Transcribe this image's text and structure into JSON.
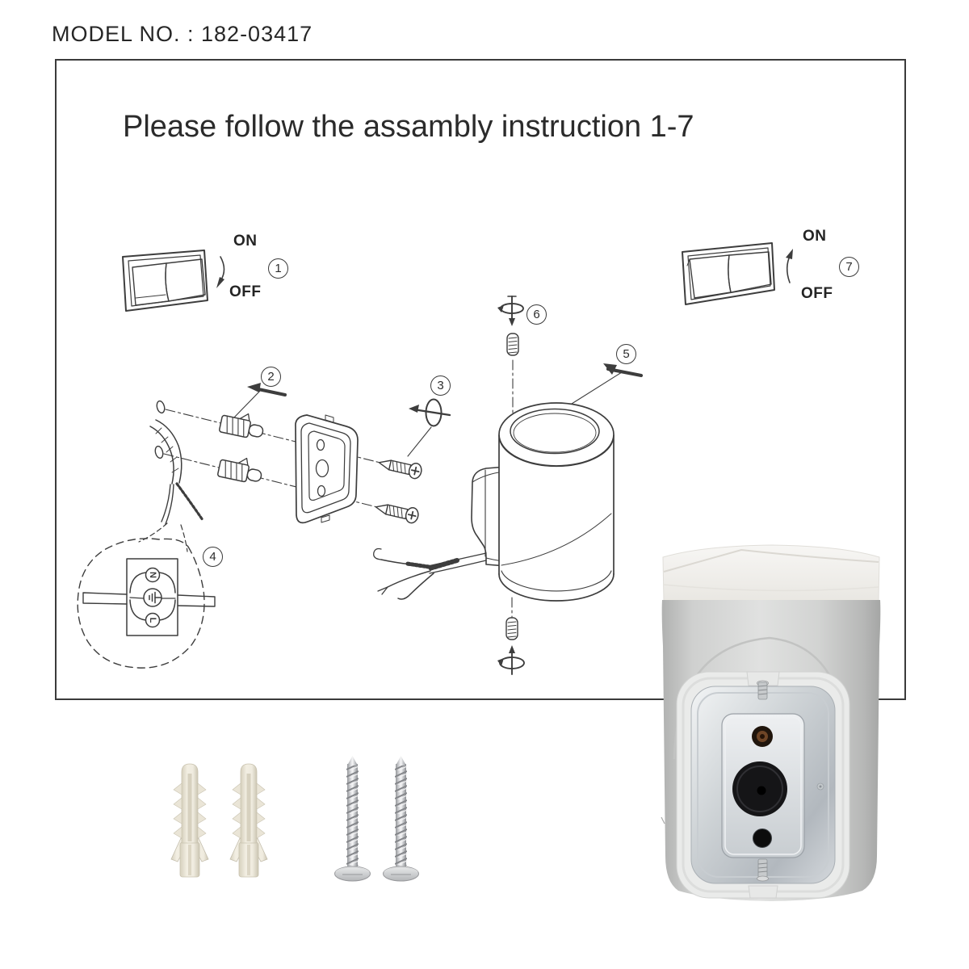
{
  "header": {
    "model_label": "MODEL NO. : 182-03417"
  },
  "instructions": {
    "title": "Please follow the assambly instruction 1-7"
  },
  "switch_step_1": {
    "number": "1",
    "on_label": "ON",
    "off_label": "OFF"
  },
  "switch_step_7": {
    "number": "7",
    "on_label": "ON",
    "off_label": "OFF"
  },
  "callout_numbers": {
    "step2": "2",
    "step3": "3",
    "step4": "4",
    "step5": "5",
    "step6": "6"
  },
  "wiring_detail": {
    "neutral_label": "N",
    "live_label": "L",
    "ground_symbol": "earth-ground-icon"
  },
  "diagram_icons": {
    "switch_icon": "rocker-switch-icon",
    "wall_plug_icon": "wall-anchor-icon",
    "screw_icon": "mounting-screw-icon",
    "bracket_icon": "mounting-bracket-icon",
    "fixture_icon": "cylinder-wall-light-icon",
    "spring_icon": "set-screw-spring-icon",
    "rotate_icon": "screw-rotation-icon",
    "fixture_photo": "fixture-back-photo"
  },
  "colors": {
    "line": "#3d3d3d",
    "text": "#262626",
    "box_border": "#3b3b3b",
    "anchor_plastic": "#ece8db",
    "screw_metal": "#c7c9cc",
    "fixture_body": "#d3d4d3",
    "fixture_top": "#f2f1ee",
    "metal_plate": "#ccd0d3",
    "rubber_grommet": "#17171a"
  }
}
